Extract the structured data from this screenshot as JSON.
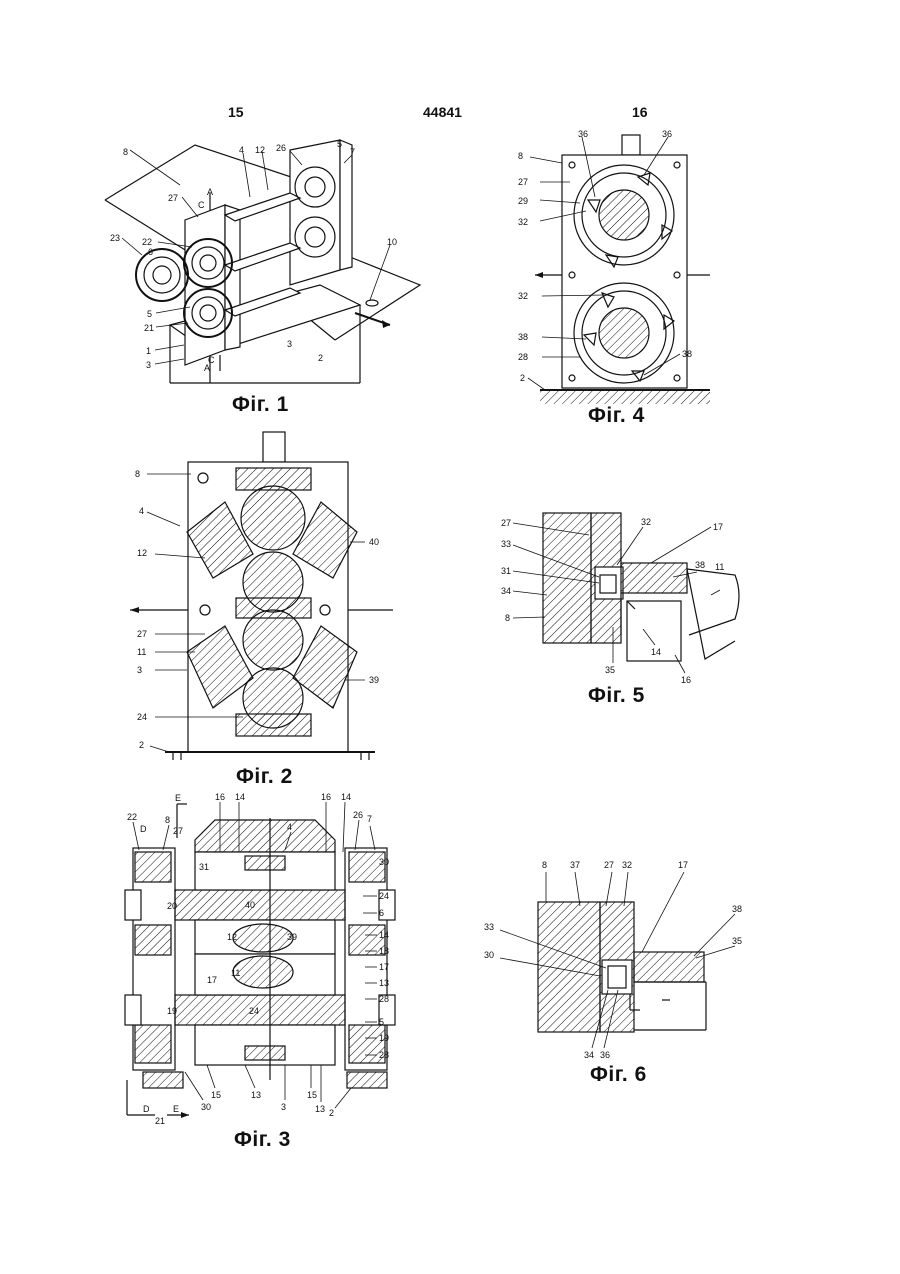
{
  "header": {
    "left_page": "15",
    "document_number": "44841",
    "right_page": "16"
  },
  "figures": {
    "fig1": {
      "caption": "Фіг. 1",
      "labels": [
        "8",
        "4",
        "12",
        "26",
        "5",
        "7",
        "27",
        "C",
        "A",
        "23",
        "22",
        "6",
        "5",
        "21",
        "1",
        "3",
        "C",
        "A",
        "10",
        "3",
        "2"
      ]
    },
    "fig4": {
      "caption": "Фіг. 4",
      "labels": [
        "36",
        "36",
        "8",
        "27",
        "29",
        "32",
        "32",
        "38",
        "28",
        "38",
        "2"
      ]
    },
    "fig2": {
      "caption": "Фіг. 2",
      "labels": [
        "8",
        "4",
        "12",
        "40",
        "27",
        "11",
        "3",
        "39",
        "24",
        "2"
      ]
    },
    "fig5": {
      "caption": "Фіг. 5",
      "labels": [
        "27",
        "32",
        "17",
        "33",
        "38",
        "11",
        "31",
        "34",
        "8",
        "35",
        "14",
        "16"
      ]
    },
    "fig3": {
      "caption": "Фіг. 3",
      "labels": [
        "E",
        "16",
        "14",
        "16",
        "14",
        "22",
        "8",
        "4",
        "26",
        "7",
        "D",
        "27",
        "31",
        "30",
        "20",
        "40",
        "24",
        "6",
        "12",
        "39",
        "14",
        "18",
        "11",
        "17",
        "17",
        "13",
        "28",
        "19",
        "24",
        "5",
        "19",
        "28",
        "15",
        "13",
        "3",
        "15",
        "13",
        "30",
        "D",
        "21",
        "E",
        "2"
      ]
    },
    "fig6": {
      "caption": "Фіг. 6",
      "labels": [
        "8",
        "37",
        "27",
        "32",
        "17",
        "38",
        "33",
        "35",
        "30",
        "34",
        "36"
      ]
    }
  }
}
